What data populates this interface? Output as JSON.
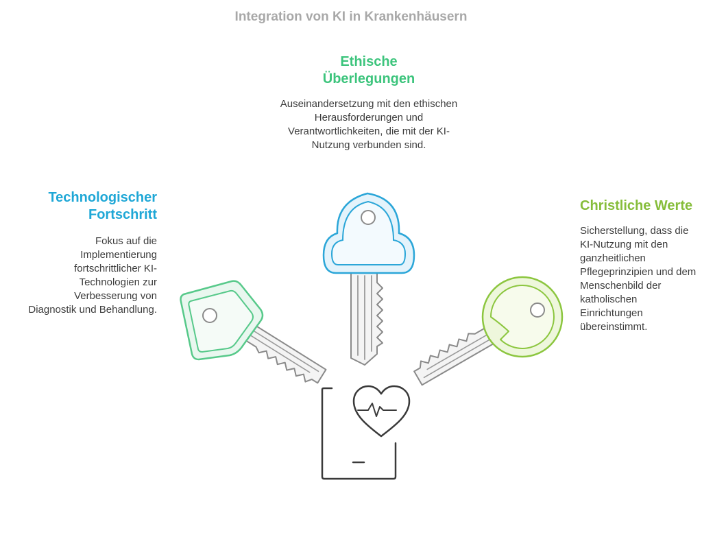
{
  "title": "Integration von KI in Krankenhäusern",
  "items": {
    "ethics": {
      "heading": "Ethische\nÜberlegungen",
      "description": "Auseinandersetzung mit den ethischen Herausforderungen und Verantwortlichkeiten, die mit der KI-Nutzung verbunden sind.",
      "color": "#3cc47c",
      "key_color": "#2ba6d8"
    },
    "technology": {
      "heading": "Technologischer\nFortschritt",
      "description": "Fokus auf die Implementierung fortschrittlicher KI-Technologien zur Verbesserung von Diagnostik und Behandlung.",
      "color": "#1ea7d6",
      "key_color": "#57c98a"
    },
    "christian": {
      "heading": "Christliche Werte",
      "description": "Sicherstellung, dass die KI-Nutzung mit den ganzheitlichen Pflegeprinzipien und dem Menschenbild der katholischen Einrichtungen übereinstimmt.",
      "color": "#86bd3a",
      "key_color": "#8cc63f"
    }
  },
  "icons": {
    "center": "heart-pulse-tablet-icon",
    "ethics": "cloud-key-icon",
    "technology": "square-key-icon",
    "christian": "round-key-icon"
  }
}
